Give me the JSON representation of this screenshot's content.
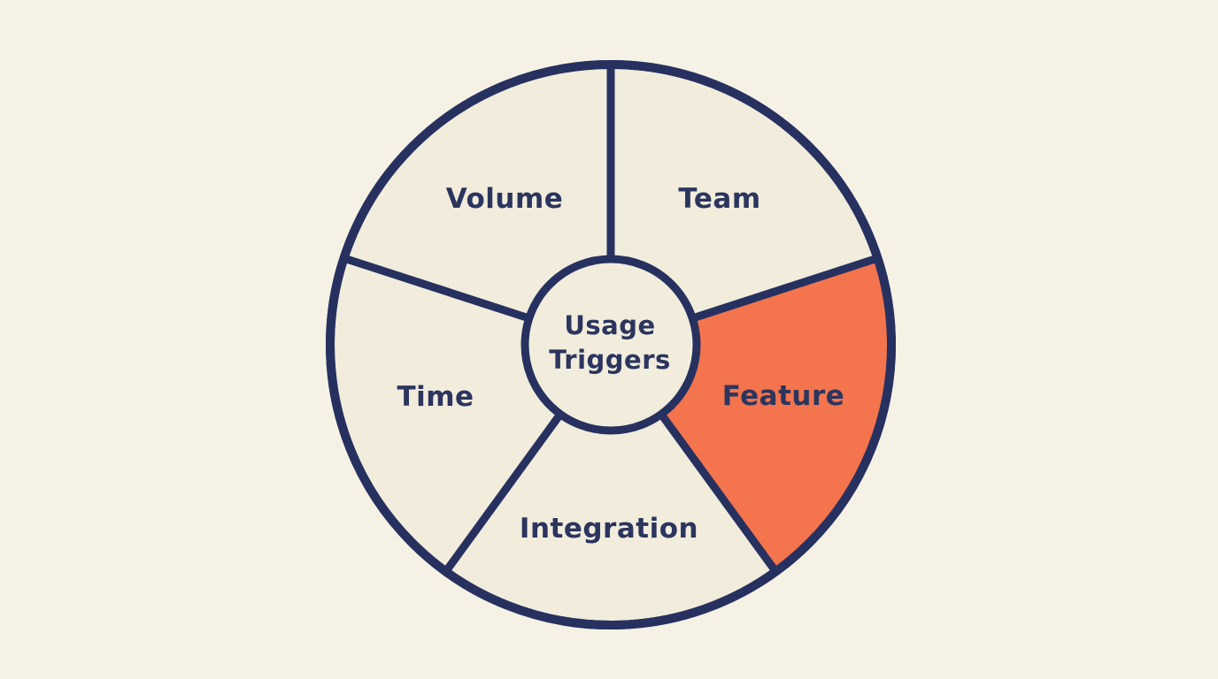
{
  "diagram": {
    "name": "usage-triggers-wheel",
    "hub": {
      "line1": "Usage",
      "line2": "Triggers"
    },
    "segments": [
      {
        "label": "Volume",
        "position": "top-left",
        "highlighted": false
      },
      {
        "label": "Team",
        "position": "top-right",
        "highlighted": false
      },
      {
        "label": "Feature",
        "position": "right",
        "highlighted": true
      },
      {
        "label": "Integration",
        "position": "bottom",
        "highlighted": false
      },
      {
        "label": "Time",
        "position": "left",
        "highlighted": false
      }
    ],
    "colors": {
      "background": "#f5f1e4",
      "wheel_fill": "#f1ecdc",
      "line": "#273160",
      "text": "#2b355e",
      "highlight": "#f3744d"
    }
  }
}
